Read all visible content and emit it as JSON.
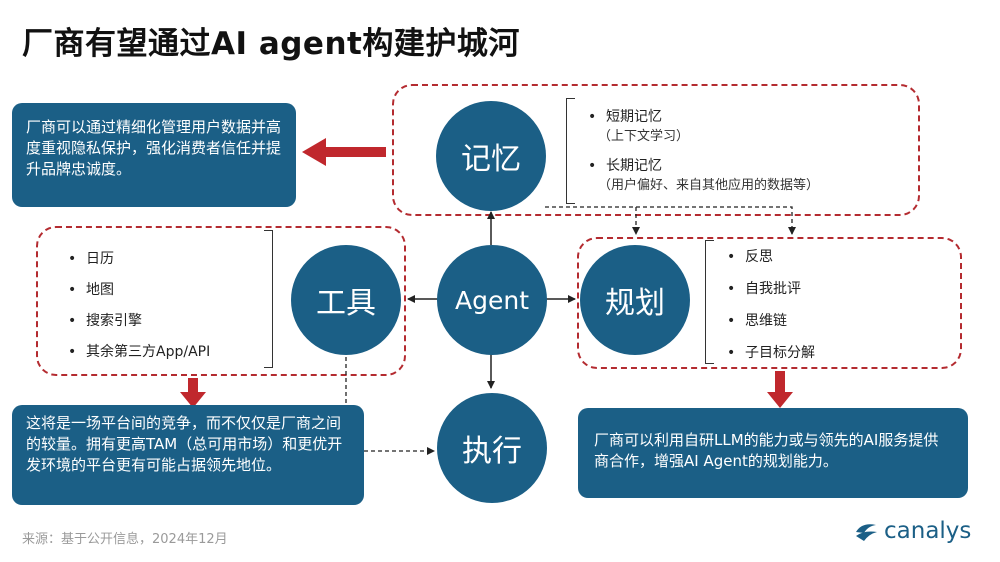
{
  "title": "厂商有望通过AI agent构建护城河",
  "nodes": {
    "memory": "记忆",
    "tools": "工具",
    "agent": "Agent",
    "planning": "规划",
    "execution": "执行"
  },
  "memory_list": {
    "items": [
      {
        "label": "短期记忆",
        "sub": "（上下文学习）"
      },
      {
        "label": "长期记忆",
        "sub": "（用户偏好、来自其他应用的数据等）"
      }
    ]
  },
  "tools_list": {
    "items": [
      "日历",
      "地图",
      "搜索引擎",
      "其余第三方App/API"
    ]
  },
  "planning_list": {
    "items": [
      "反思",
      "自我批评",
      "思维链",
      "子目标分解"
    ]
  },
  "callouts": {
    "memory": "厂商可以通过精细化管理用户数据并高度重视隐私保护，强化消费者信任并提升品牌忠诚度。",
    "tools": "这将是一场平台间的竞争，而不仅仅是厂商之间的较量。拥有更高TAM（总可用市场）和更优开发环境的平台更有可能占据领先地位。",
    "planning": "厂商可以利用自研LLM的能力或与领先的AI服务提供商合作，增强AI Agent的规划能力。"
  },
  "bullet": "•",
  "footer": {
    "source": "来源：基于公开信息，2024年12月",
    "brand": "canalys"
  },
  "colors": {
    "primary": "#1b5f86",
    "dashed_border": "#b42b30",
    "arrow_red": "#c0282d"
  }
}
